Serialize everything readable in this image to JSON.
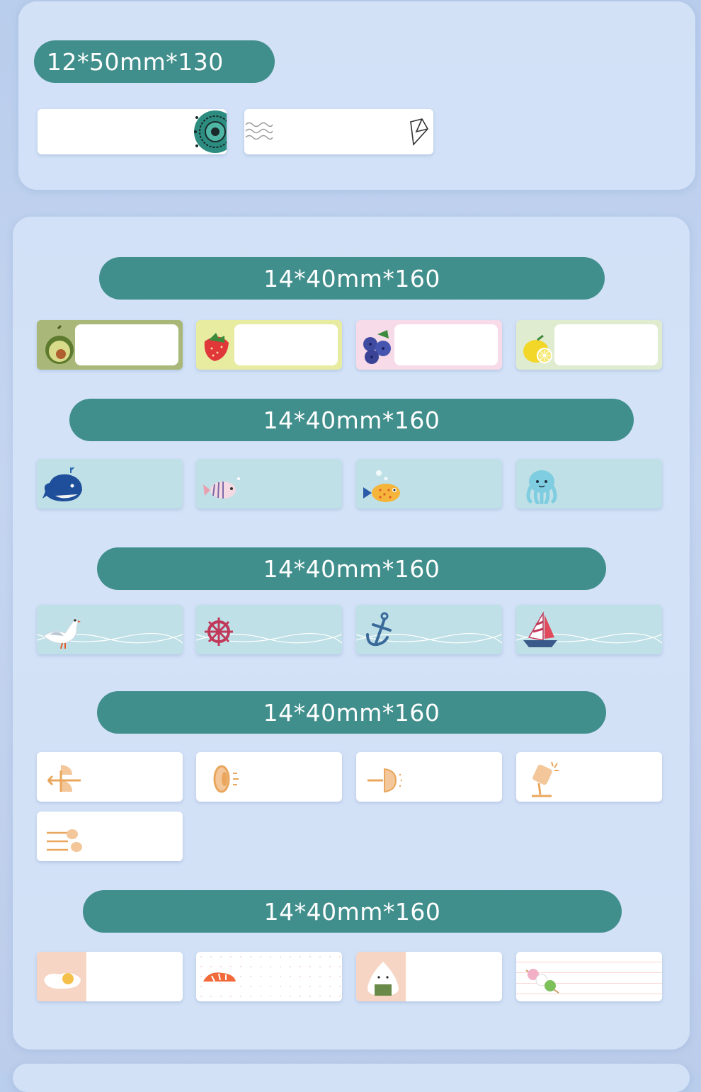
{
  "sections": [
    {
      "title": "12*50mm*130",
      "labels": [
        "mandala-label",
        "diamond-label"
      ]
    },
    {
      "title": "14*40mm*160",
      "labels": [
        "avocado-label",
        "strawberry-label",
        "blueberry-label",
        "lemon-label"
      ]
    },
    {
      "title": "14*40mm*160",
      "labels": [
        "whale-label",
        "tropical-fish-label",
        "puffer-fish-label",
        "octopus-label"
      ]
    },
    {
      "title": "14*40mm*160",
      "labels": [
        "seagull-label",
        "ship-wheel-label",
        "anchor-label",
        "sailboat-label"
      ]
    },
    {
      "title": "14*40mm*160",
      "labels": [
        "lamp-1-label",
        "lamp-2-label",
        "lamp-3-label",
        "lamp-4-label",
        "lamp-5-label"
      ]
    },
    {
      "title": "14*40mm*160",
      "labels": [
        "egg-label",
        "sushi-label",
        "rice-ball-label",
        "dango-label"
      ]
    }
  ],
  "colors": {
    "pill": "#418f8c",
    "panel": "#d6e4f8",
    "sea": "#bfe0e6",
    "lamp": "#e9a65c"
  }
}
